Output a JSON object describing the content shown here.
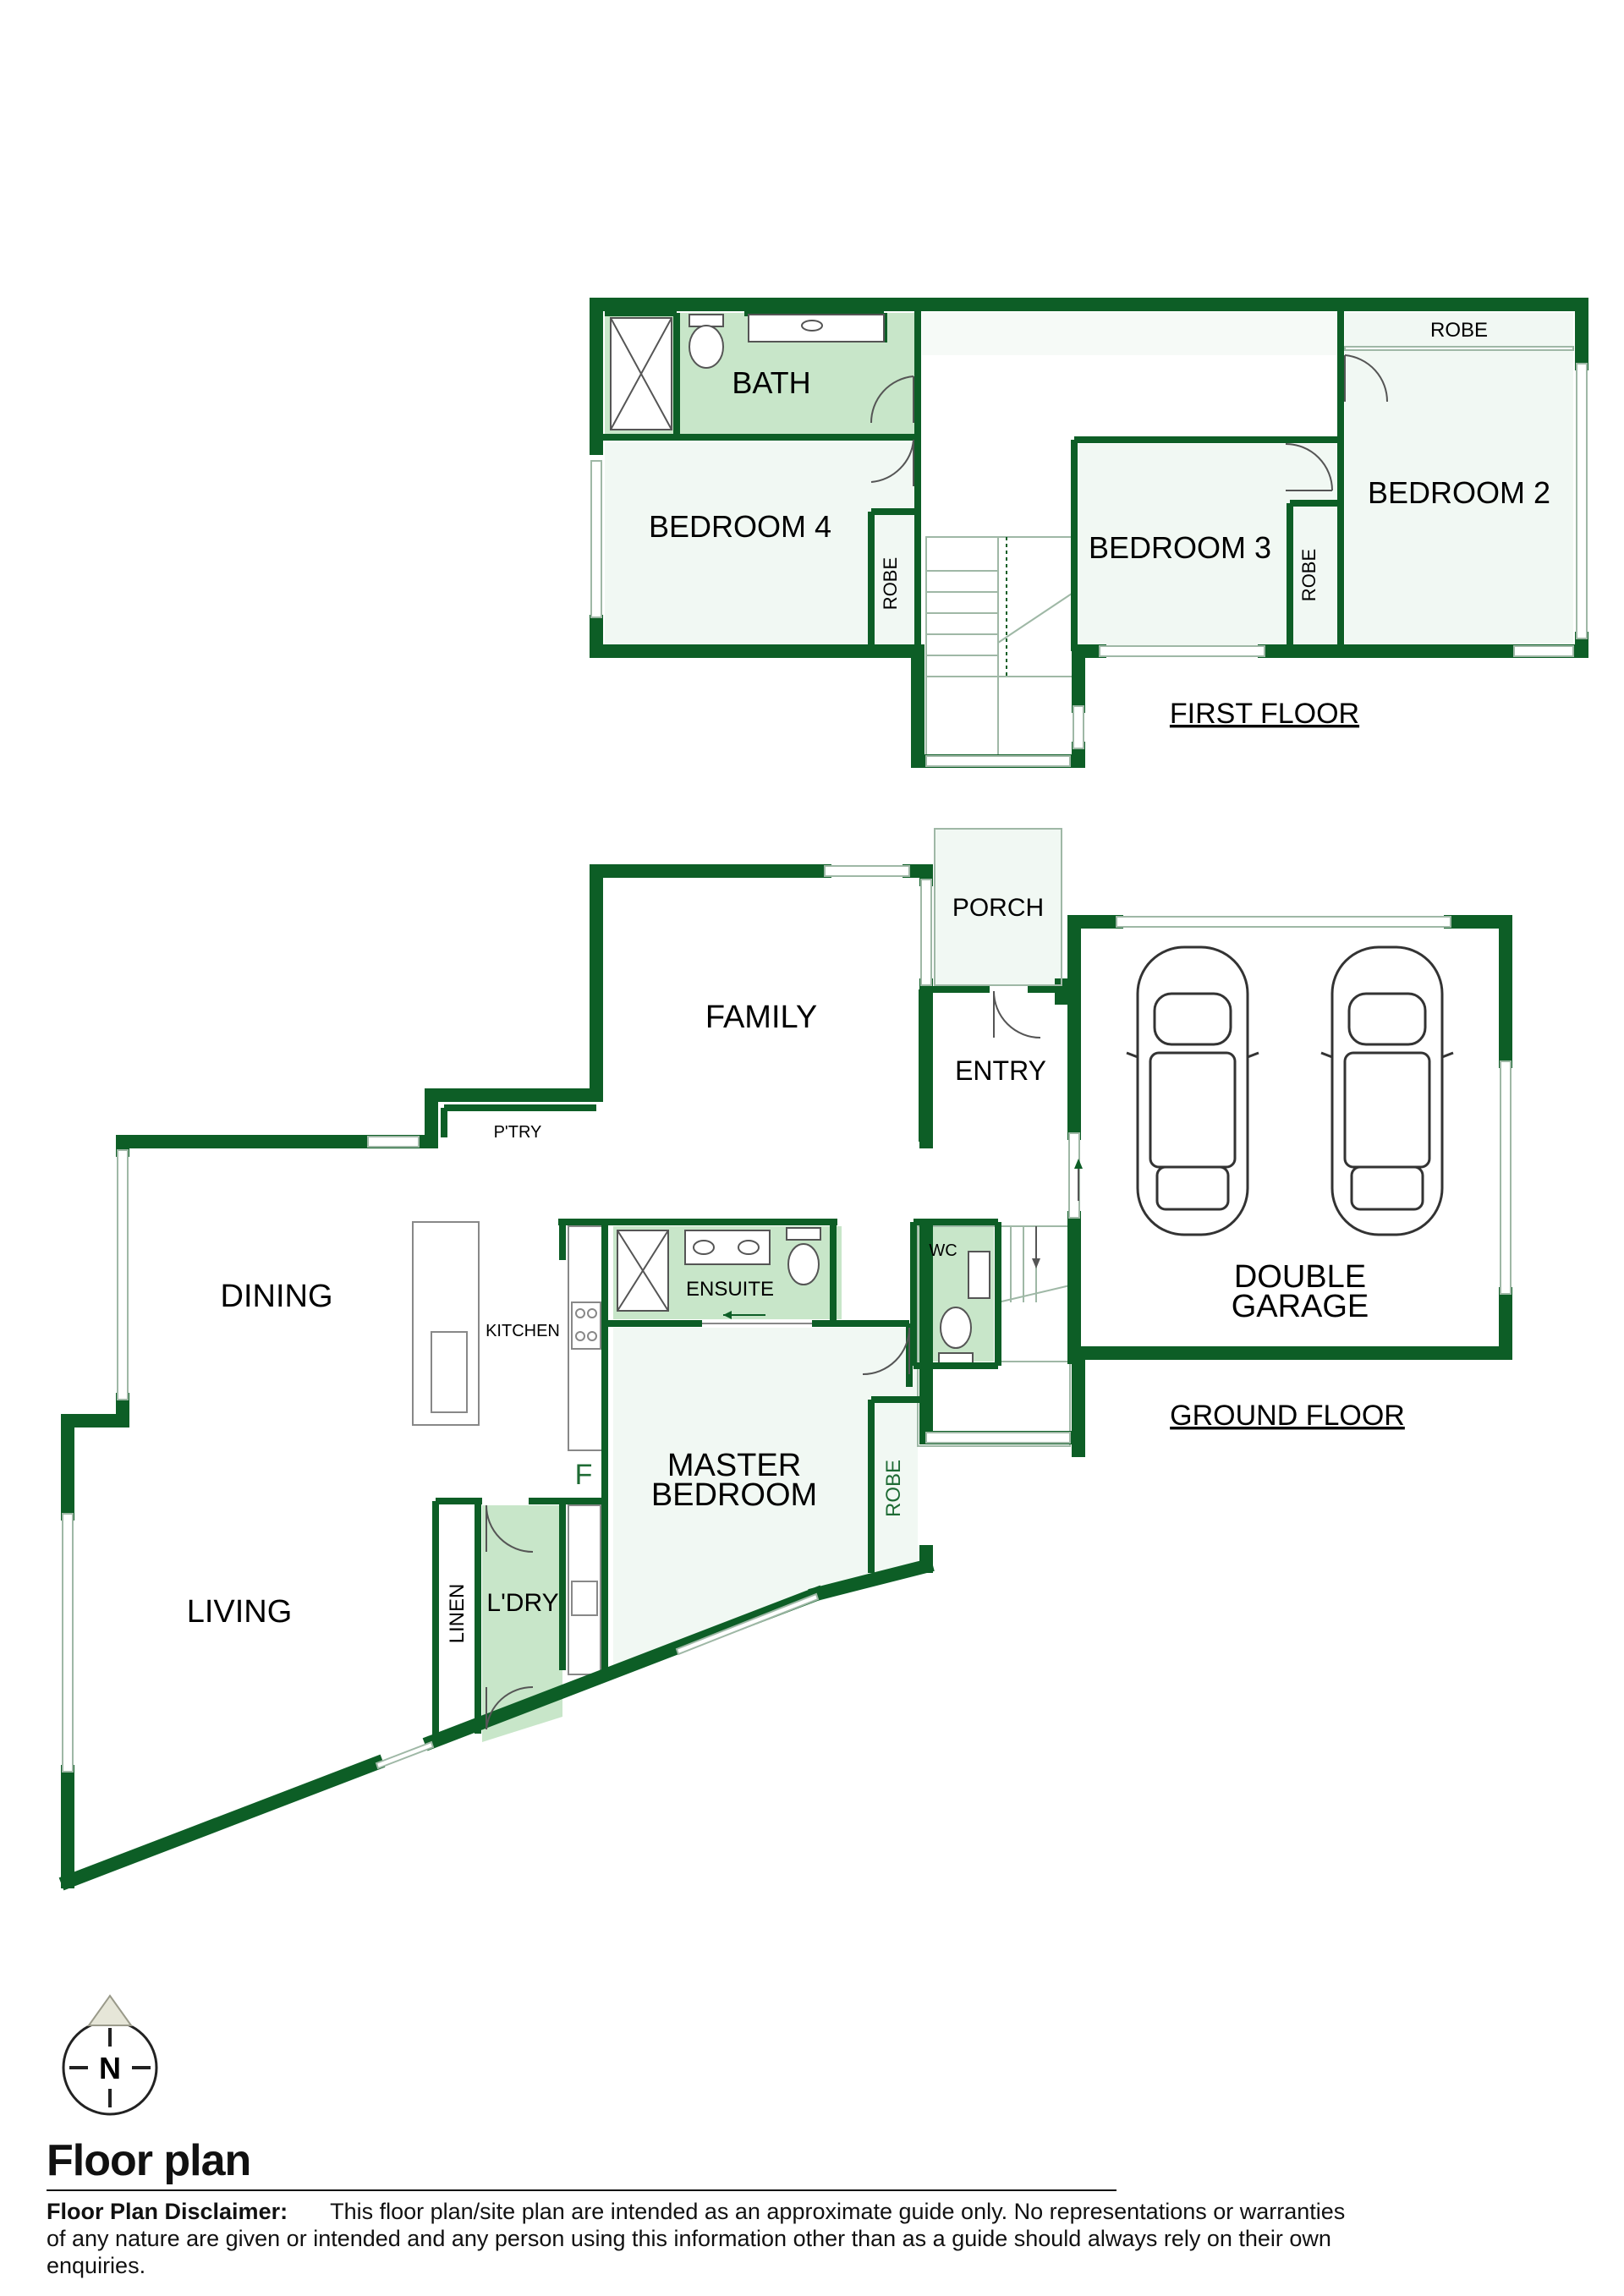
{
  "floors": {
    "first_floor_label": "FIRST FLOOR",
    "ground_floor_label": "GROUND FLOOR"
  },
  "rooms": {
    "bath": "BATH",
    "bedroom4": "BEDROOM 4",
    "robe_bed4": "ROBE",
    "bedroom3": "BEDROOM 3",
    "robe_bed3": "ROBE",
    "bedroom2": "BEDROOM 2",
    "robe_bed2": "ROBE",
    "porch": "PORCH",
    "family": "FAMILY",
    "entry": "ENTRY",
    "pantry": "P'TRY",
    "dining": "DINING",
    "kitchen": "KITCHEN",
    "ensuite": "ENSUITE",
    "wc": "WC",
    "garage_line1": "DOUBLE",
    "garage_line2": "GARAGE",
    "master_line1": "MASTER",
    "master_line2": "BEDROOM",
    "robe_master": "ROBE",
    "fridge": "F",
    "living": "LIVING",
    "linen": "LINEN",
    "laundry": "L'DRY"
  },
  "compass": {
    "letter": "N"
  },
  "footer": {
    "title": "Floor plan",
    "disclaimer_title": "Floor Plan Disclaimer:",
    "disclaimer_text": "This floor plan/site plan are intended as an approximate guide only. No representations or warranties of any nature are given or intended and any person using this information other than as a guide should always rely on their own enquiries."
  },
  "colors": {
    "wall": "#0d5e26",
    "wet_area": "#c8e6c9",
    "room_fill": "#f1f8f3",
    "line": "#9fb8a6"
  }
}
